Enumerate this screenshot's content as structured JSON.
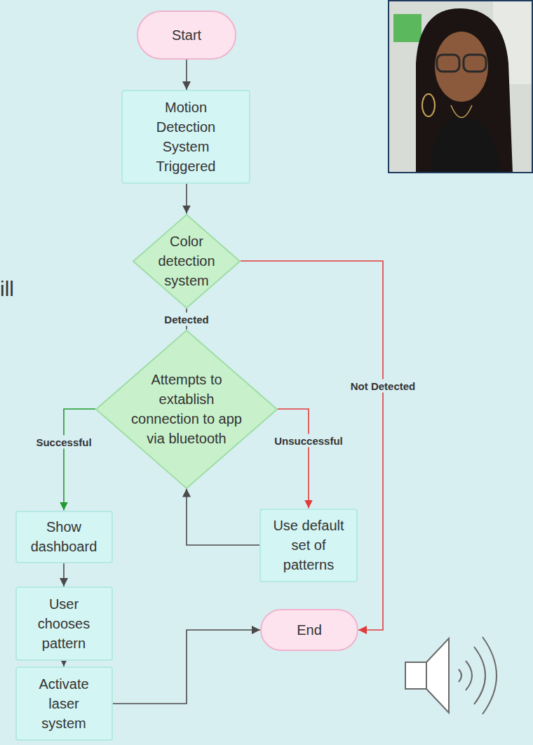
{
  "diagram": {
    "nodes": [
      {
        "text": [
          "Start"
        ]
      },
      {
        "text": [
          "Motion Detection System Triggered"
        ]
      },
      {
        "text": [
          "Color detection system"
        ]
      },
      {
        "text": [
          "Attempts to extablish connection to app via bluetooth"
        ]
      },
      {
        "text": [
          "Show dashboard"
        ]
      },
      {
        "text": [
          "Use default set of patterns"
        ]
      },
      {
        "text": [
          "User chooses pattern"
        ]
      },
      {
        "text": [
          "End"
        ]
      },
      {
        "text": [
          "Activate laser system"
        ]
      }
    ],
    "edges": [
      {
        "from": 0,
        "to": 1,
        "arrow": "to"
      },
      {
        "from": 1,
        "to": 2,
        "arrow": "to"
      },
      {
        "from": 2,
        "to": 3,
        "label": "Detected",
        "arrow": "none"
      },
      {
        "from": 2,
        "to": 7,
        "label": "Not Detected",
        "arrow": "to"
      },
      {
        "from": 3,
        "to": 4,
        "label": "Successful",
        "arrow": "to"
      },
      {
        "from": 3,
        "to": 5,
        "label": "Unsuccessful",
        "arrow": "to"
      },
      {
        "from": 5,
        "to": 3,
        "arrow": "to"
      },
      {
        "from": 4,
        "to": 6,
        "arrow": "to"
      },
      {
        "from": 6,
        "to": 8,
        "arrow": "to"
      },
      {
        "from": 8,
        "to": 7,
        "arrow": "to"
      }
    ],
    "labels": [
      "ill"
    ]
  }
}
